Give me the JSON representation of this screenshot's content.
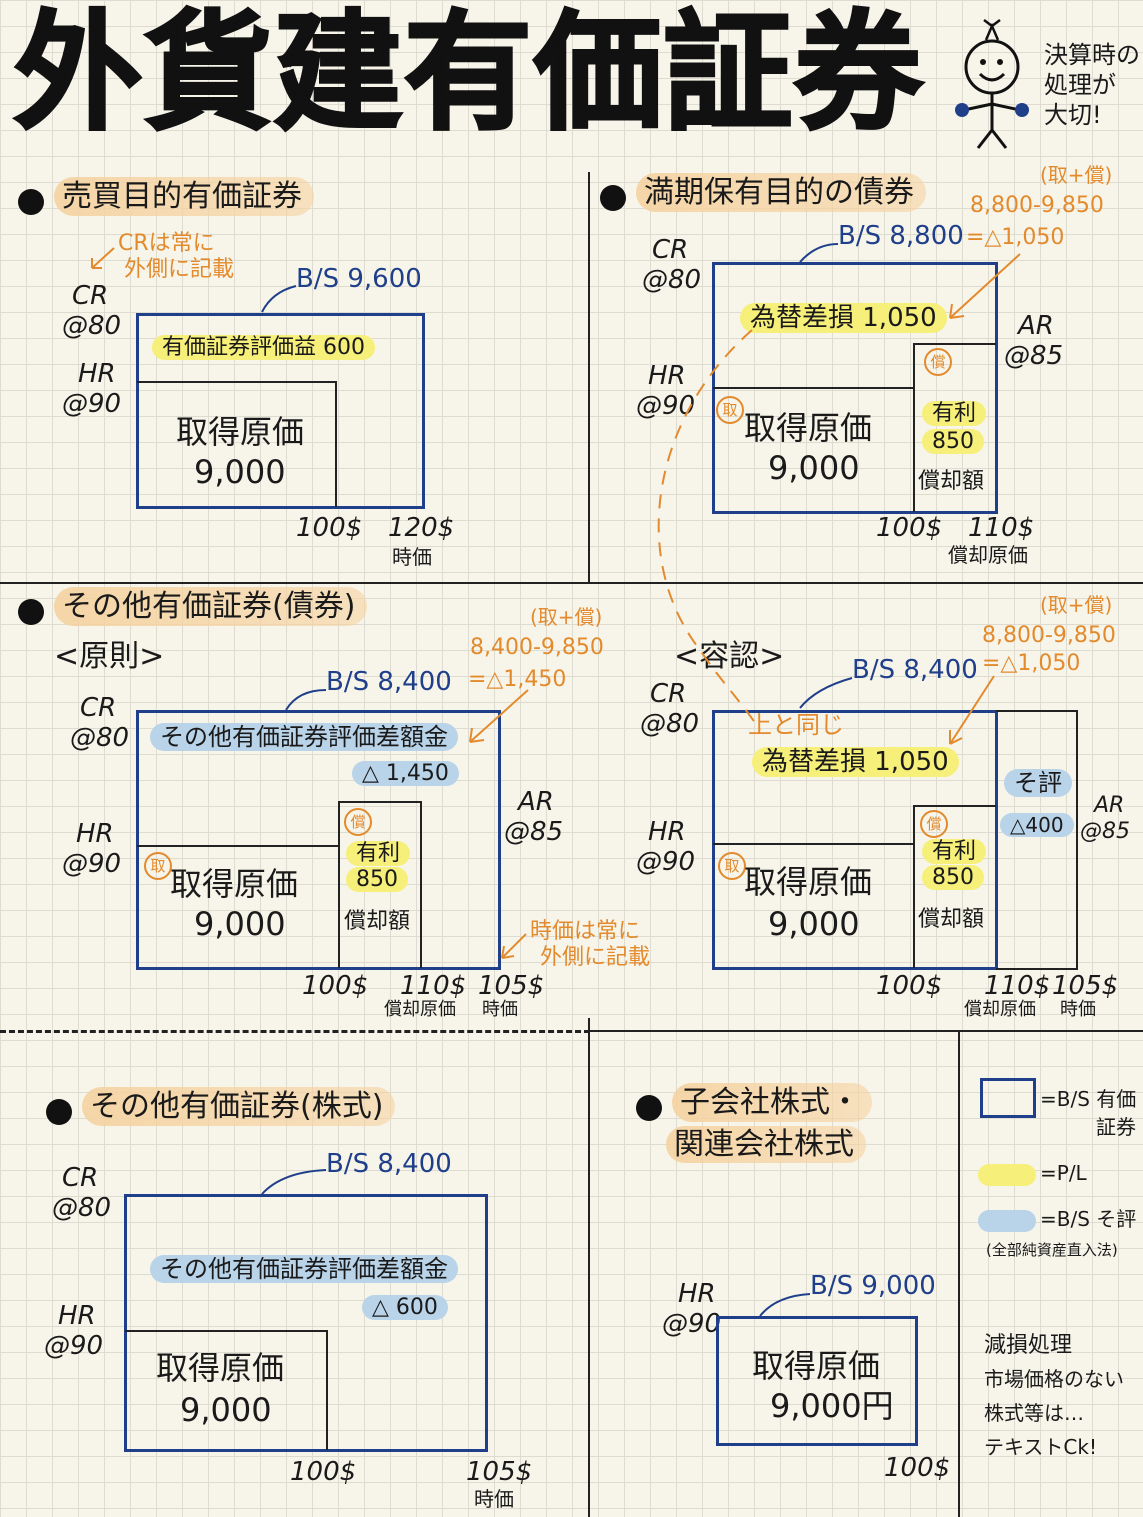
{
  "title": "外貨建有価証券",
  "side_note": [
    "決算時の",
    "処理が",
    "大切!"
  ],
  "sections": {
    "trading": {
      "heading": "売買目的有価証券",
      "note": [
        "CRは常に",
        "外側に記載"
      ],
      "bs": "B/S 9,600",
      "cr_label": "CR",
      "cr_rate": "@80",
      "hr_label": "HR",
      "hr_rate": "@90",
      "gain": "有価証券評価益 600",
      "cost_label": "取得原価",
      "cost_value": "9,000",
      "x1": "100$",
      "x2": "120$",
      "x2_sub": "時価"
    },
    "htm": {
      "heading": "満期保有目的の債券",
      "formula_tag": "(取+償)",
      "formula": "8,800-9,850",
      "formula_result": "=△1,050",
      "bs": "B/S 8,800",
      "cr_label": "CR",
      "cr_rate": "@80",
      "hr_label": "HR",
      "hr_rate": "@90",
      "ar_label": "AR",
      "ar_rate": "@85",
      "fx_loss": "為替差損 1,050",
      "amort_tag": "償",
      "cost_tag": "取",
      "interest": "有利",
      "interest_value": "850",
      "amort_label": "償却額",
      "cost_label": "取得原価",
      "cost_value": "9,000",
      "x1": "100$",
      "x2": "110$",
      "x2_sub": "償却原価"
    },
    "other_bond_principle": {
      "heading": "その他有価証券(債券)",
      "sub": "<原則>",
      "formula_tag": "(取+償)",
      "formula": "8,400-9,850",
      "formula_result": "=△1,450",
      "bs": "B/S 8,400",
      "cr_label": "CR",
      "cr_rate": "@80",
      "hr_label": "HR",
      "hr_rate": "@90",
      "ar_label": "AR",
      "ar_rate": "@85",
      "diff": "その他有価証券評価差額金",
      "diff_value": "△ 1,450",
      "amort_tag": "償",
      "cost_tag": "取",
      "interest": "有利",
      "interest_value": "850",
      "amort_label": "償却額",
      "cost_label": "取得原価",
      "cost_value": "9,000",
      "note": [
        "時価は常に",
        "外側に記載"
      ],
      "x1": "100$",
      "x2": "110$",
      "x2_sub": "償却原価",
      "x3": "105$",
      "x3_sub": "時価"
    },
    "other_bond_allowed": {
      "sub": "<容認>",
      "formula_tag": "(取+償)",
      "formula": "8,800-9,850",
      "formula_result": "=△1,050",
      "bs": "B/S 8,400",
      "cr_label": "CR",
      "cr_rate": "@80",
      "hr_label": "HR",
      "hr_rate": "@90",
      "ar_label": "AR",
      "ar_rate": "@85",
      "same_note": "上と同じ",
      "fx_loss": "為替差損 1,050",
      "oci_label": "そ評",
      "oci_value": "△400",
      "amort_tag": "償",
      "cost_tag": "取",
      "interest": "有利",
      "interest_value": "850",
      "amort_label": "償却額",
      "cost_label": "取得原価",
      "cost_value": "9,000",
      "x1": "100$",
      "x2": "110$",
      "x2_sub": "償却原価",
      "x3": "105$",
      "x3_sub": "時価"
    },
    "other_stock": {
      "heading": "その他有価証券(株式)",
      "bs": "B/S 8,400",
      "cr_label": "CR",
      "cr_rate": "@80",
      "hr_label": "HR",
      "hr_rate": "@90",
      "diff": "その他有価証券評価差額金",
      "diff_value": "△ 600",
      "cost_label": "取得原価",
      "cost_value": "9,000",
      "x1": "100$",
      "x2": "105$",
      "x2_sub": "時価"
    },
    "subsidiary": {
      "heading1": "子会社株式・",
      "heading2": "関連会社株式",
      "bs": "B/S 9,000",
      "hr_label": "HR",
      "hr_rate": "@90",
      "cost_label": "取得原価",
      "cost_value": "9,000円",
      "x1": "100$"
    }
  },
  "legend": {
    "box": "=B/S 有価",
    "box2": "証券",
    "yellow": "=P/L",
    "blue": "=B/S そ評",
    "blue_sub": "(全部純資産直入法)"
  },
  "impairment_note": [
    "減損処理",
    "市場価格のない",
    "株式等は…",
    "テキストCk!"
  ],
  "colors": {
    "navy": "#1f3f8a",
    "orange": "#e38a2d",
    "yellow": "#f6ef7a",
    "blue": "#b9d3e9",
    "peach": "#f5d2a0"
  }
}
